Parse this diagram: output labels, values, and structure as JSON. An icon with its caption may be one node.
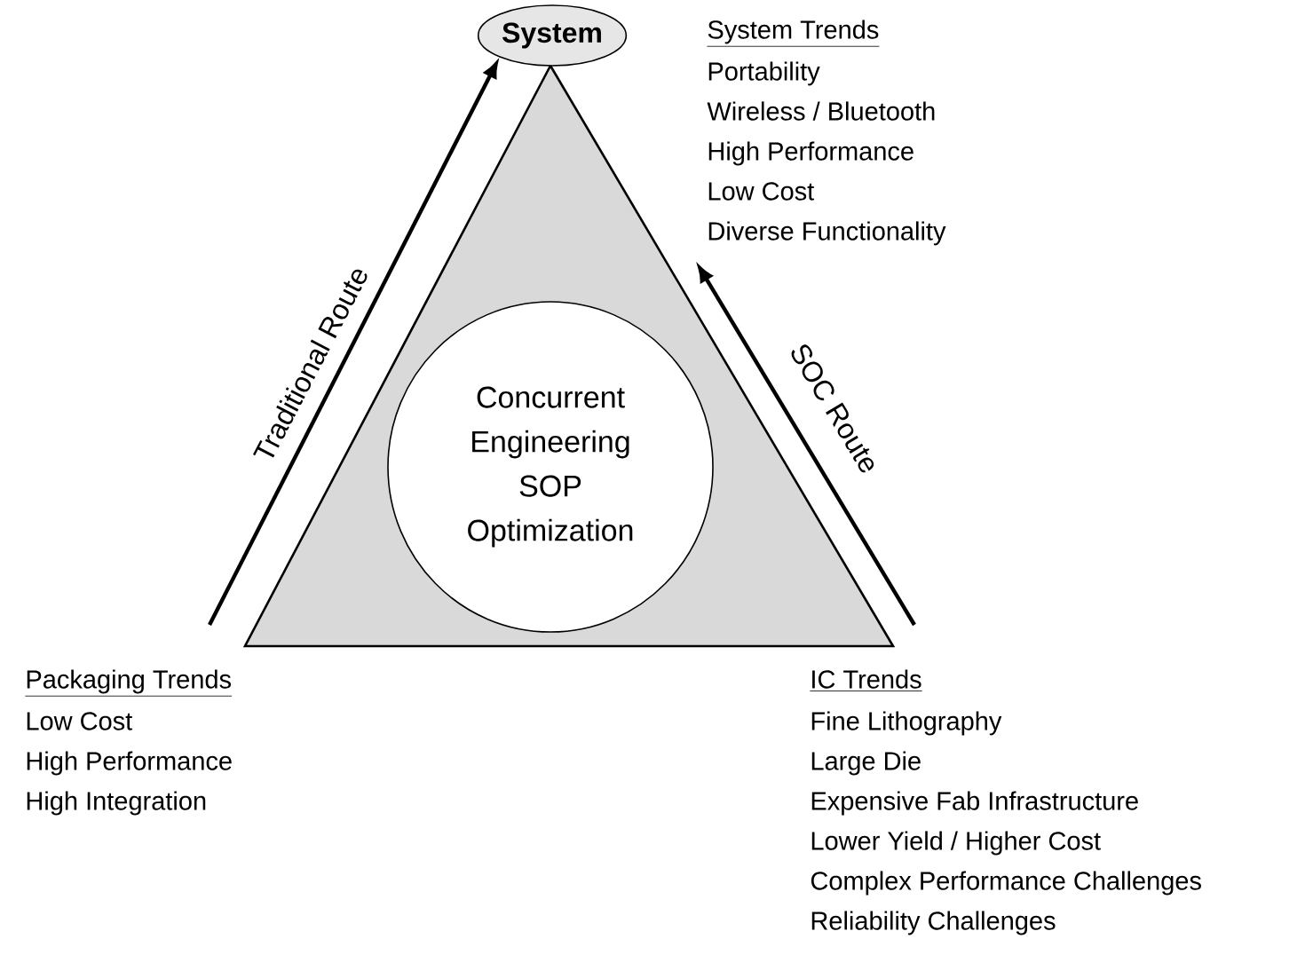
{
  "diagram": {
    "nodes": [
      {
        "text": [],
        "shape": "triangle"
      },
      {
        "text": [
          "System"
        ]
      },
      {
        "text": [
          "Concurrent Engineering SOP Optimization"
        ],
        "in": 0
      },
      {
        "text": [
          "System Trends",
          "Portability",
          "Wireless / Bluetooth",
          "High Performance",
          "Low Cost",
          "Diverse Functionality"
        ]
      },
      {
        "text": [
          "Packaging Trends",
          "Low Cost",
          "High Performance",
          "High Integration"
        ]
      },
      {
        "text": [
          "IC Trends",
          "Fine Lithography",
          "Large Die",
          "Expensive Fab Infrastructure",
          "Lower Yield / Higher Cost",
          "Complex Performance Challenges",
          "Reliability Challenges"
        ]
      }
    ],
    "edges": [
      {
        "from": 4,
        "to": 1,
        "arrow": "to",
        "label": "Traditional Route"
      },
      {
        "from": 5,
        "to": 3,
        "arrow": "to",
        "label": "SOC Route"
      }
    ]
  }
}
